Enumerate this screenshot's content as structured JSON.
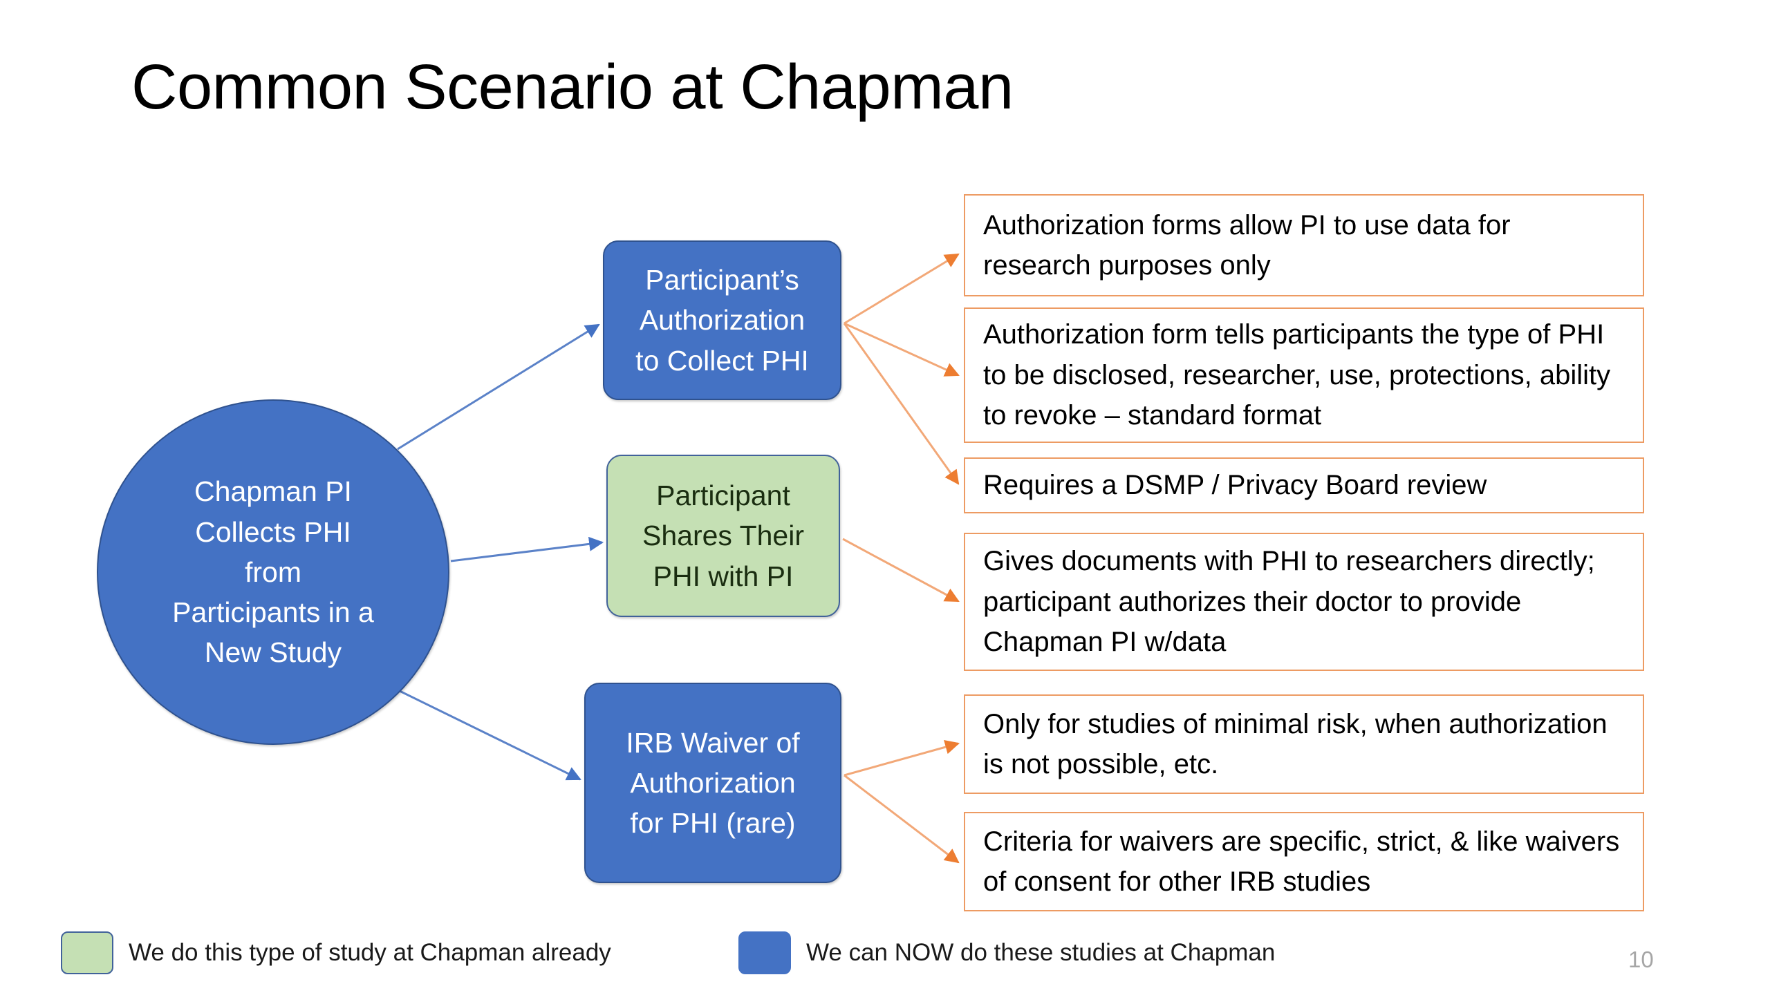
{
  "slide": {
    "title": "Common Scenario at Chapman",
    "page_number": "10",
    "background_color": "#FFFFFF"
  },
  "colors": {
    "blue_fill": "#4472C4",
    "blue_border": "#2F528F",
    "green_fill": "#C5E0B4",
    "green_border": "#41629A",
    "callout_border": "#ED9B63",
    "blue_connector": "#5B82C8",
    "orange_connector": "#ED7D31",
    "title_text": "#000000",
    "page_number_text": "#A6A6A6"
  },
  "diagram": {
    "source_node": {
      "label": "Chapman PI\nCollects PHI\nfrom\nParticipants in a\nNew Study",
      "shape": "ellipse",
      "fill": "blue"
    },
    "path_nodes": [
      {
        "id": "authorization",
        "label": "Participant’s\nAuthorization\nto Collect PHI",
        "shape": "rounded-rectangle",
        "fill": "blue"
      },
      {
        "id": "shares",
        "label": "Participant\nShares Their\nPHI with PI",
        "shape": "rounded-rectangle",
        "fill": "green"
      },
      {
        "id": "waiver",
        "label": "IRB Waiver of\nAuthorization\nfor PHI (rare)",
        "shape": "rounded-rectangle",
        "fill": "blue"
      }
    ],
    "detail_boxes": [
      {
        "id": "detail-0",
        "from": "authorization",
        "text": "Authorization forms allow PI to use data for research purposes only"
      },
      {
        "id": "detail-1",
        "from": "authorization",
        "text": "Authorization form tells participants the type of PHI to be disclosed, researcher, use, protections, ability to revoke – standard format"
      },
      {
        "id": "detail-2",
        "from": "authorization",
        "text": "Requires a DSMP / Privacy Board review"
      },
      {
        "id": "detail-3",
        "from": "shares",
        "text": "Gives documents with PHI to researchers directly; participant authorizes their doctor to provide Chapman PI w/data"
      },
      {
        "id": "detail-4",
        "from": "waiver",
        "text": "Only for studies of minimal risk, when authorization is not possible, etc."
      },
      {
        "id": "detail-5",
        "from": "waiver",
        "text": "Criteria for waivers are specific, strict, & like waivers of consent for other IRB studies"
      }
    ],
    "connectors": [
      {
        "from": "source",
        "to": "authorization",
        "color": "blue",
        "style": "arrow"
      },
      {
        "from": "source",
        "to": "shares",
        "color": "blue",
        "style": "arrow"
      },
      {
        "from": "source",
        "to": "waiver",
        "color": "blue",
        "style": "arrow"
      },
      {
        "from": "authorization",
        "to": "detail-0",
        "color": "orange",
        "style": "arrow"
      },
      {
        "from": "authorization",
        "to": "detail-1",
        "color": "orange",
        "style": "arrow"
      },
      {
        "from": "authorization",
        "to": "detail-2",
        "color": "orange",
        "style": "arrow"
      },
      {
        "from": "shares",
        "to": "detail-3",
        "color": "orange",
        "style": "arrow"
      },
      {
        "from": "waiver",
        "to": "detail-4",
        "color": "orange",
        "style": "arrow"
      },
      {
        "from": "waiver",
        "to": "detail-5",
        "color": "orange",
        "style": "arrow"
      }
    ]
  },
  "legend": {
    "items": [
      {
        "swatch": "green",
        "label": "We do this type of study at Chapman already"
      },
      {
        "swatch": "blue",
        "label": "We can NOW do these studies at Chapman"
      }
    ]
  }
}
